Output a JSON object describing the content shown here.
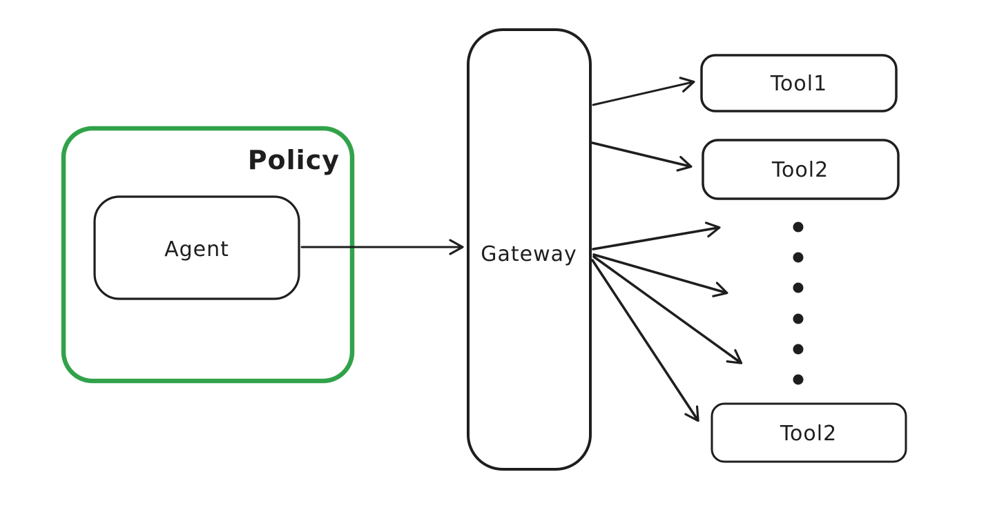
{
  "diagram": {
    "policy_group": {
      "label": "Policy",
      "border_color": "#31a24a"
    },
    "agent_node": {
      "label": "Agent"
    },
    "gateway_node": {
      "label": "Gateway"
    },
    "tool_nodes": [
      {
        "label": "Tool1"
      },
      {
        "label": "Tool2"
      },
      {
        "label": "Tool2"
      }
    ],
    "ellipsis": {
      "dot_count": 6
    },
    "stroke_color": "#1e1e1e",
    "background_color": "#ffffff"
  }
}
